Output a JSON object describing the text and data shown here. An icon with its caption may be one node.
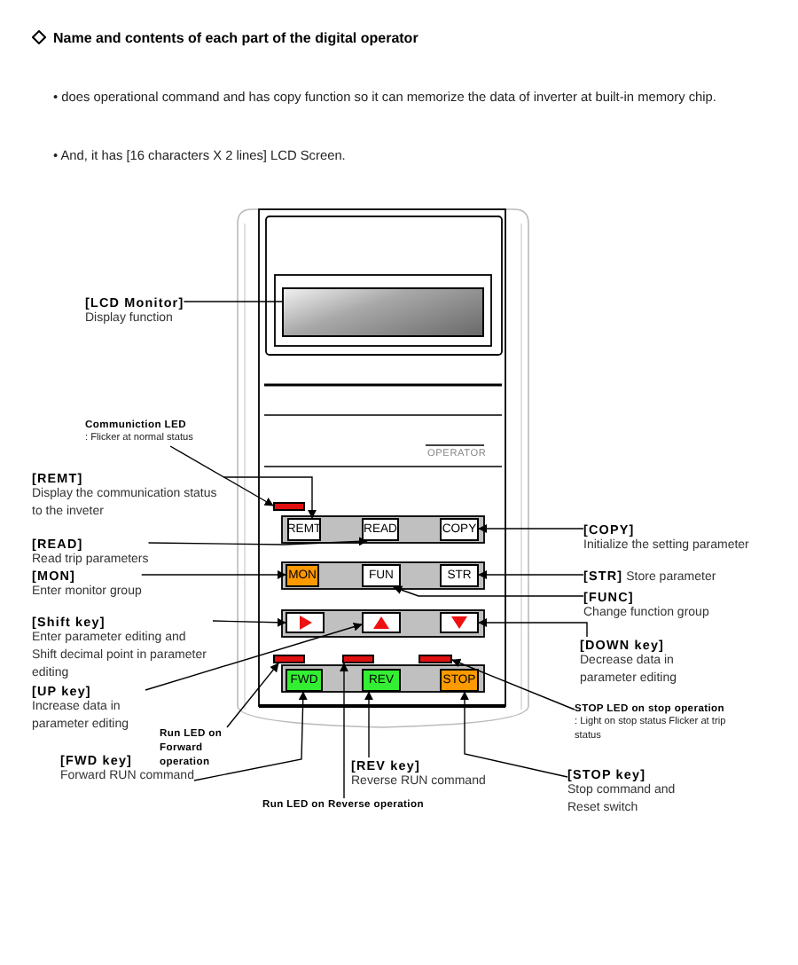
{
  "diagram": {
    "title": "Name and contents of each part of the digital operator",
    "nodes": [
      {
        "text": [
          "[LCD Monitor]",
          "Display function"
        ]
      },
      {
        "text": [],
        "shape": "box"
      },
      {
        "text": [
          "Communiction LED",
          ": Flicker at normal status"
        ]
      },
      {
        "text": [],
        "shape": "bar"
      },
      {
        "text": [
          "[REMT]",
          "Display the communication status to the inveter"
        ]
      },
      {
        "text": [
          "REMT"
        ]
      },
      {
        "text": [
          "[READ]",
          "Read trip parameters"
        ]
      },
      {
        "text": [
          "READ"
        ]
      },
      {
        "text": [
          "COPY"
        ]
      },
      {
        "text": [
          "[COPY]",
          "Initialize the setting parameter"
        ]
      },
      {
        "text": [
          "[MON]",
          "Enter monitor group"
        ]
      },
      {
        "text": [
          "MON"
        ]
      },
      {
        "text": [
          "FUN"
        ]
      },
      {
        "text": [
          "STR"
        ]
      },
      {
        "text": [
          "[STR]",
          "Store parameter"
        ]
      },
      {
        "text": [
          "[FUNC]",
          "Change function group"
        ]
      },
      {
        "text": [
          "[Shift key]",
          "Enter parameter editing and Shift decimal point in parameter editing"
        ]
      },
      {
        "text": [],
        "shape": "box"
      },
      {
        "text": [],
        "shape": "box"
      },
      {
        "text": [],
        "shape": "box"
      },
      {
        "text": [
          "[DOWN key]",
          "Decrease  data in parameter editing"
        ]
      },
      {
        "text": [
          "[UP key]",
          "Increase data in parameter editing"
        ]
      },
      {
        "text": [],
        "shape": "bar"
      },
      {
        "text": [],
        "shape": "bar"
      },
      {
        "text": [],
        "shape": "bar"
      },
      {
        "text": [
          "FWD"
        ]
      },
      {
        "text": [
          "REV"
        ]
      },
      {
        "text": [
          "STOP"
        ]
      },
      {
        "text": [
          "STOP LED on stop operation",
          ": Light on stop status Flicker at trip status"
        ]
      },
      {
        "text": [
          "Run LED on Forward operation"
        ]
      },
      {
        "text": [
          "[FWD key]",
          "Forward RUN command"
        ]
      },
      {
        "text": [
          "[REV key]",
          "Reverse RUN command"
        ]
      },
      {
        "text": [
          "[STOP key]",
          "Stop command and Reset switch"
        ]
      },
      {
        "text": [
          "Run LED on Reverse operation"
        ]
      }
    ],
    "edges": [
      {
        "from": 0,
        "to": 1,
        "arrow": "none"
      },
      {
        "from": 2,
        "to": 3,
        "arrow": "to"
      },
      {
        "from": 4,
        "to": 5,
        "arrow": "to"
      },
      {
        "from": 6,
        "to": 7,
        "arrow": "to"
      },
      {
        "from": 10,
        "to": 11,
        "arrow": "to"
      },
      {
        "from": 16,
        "to": 17,
        "arrow": "to"
      },
      {
        "from": 21,
        "to": 18,
        "arrow": "to"
      },
      {
        "from": 9,
        "to": 8,
        "arrow": "to"
      },
      {
        "from": 14,
        "to": 13,
        "arrow": "to"
      },
      {
        "from": 15,
        "to": 12,
        "arrow": "to"
      },
      {
        "from": 20,
        "to": 19,
        "arrow": "to"
      },
      {
        "from": 28,
        "to": 24,
        "arrow": "to"
      },
      {
        "from": 29,
        "to": 22,
        "arrow": "to"
      },
      {
        "from": 30,
        "to": 25,
        "arrow": "to"
      },
      {
        "from": 31,
        "to": 26,
        "arrow": "to"
      },
      {
        "from": 33,
        "to": 23,
        "arrow": "to"
      },
      {
        "from": 32,
        "to": 27,
        "arrow": "to"
      }
    ],
    "labels": [
      "• does operational command and has copy function so it can memorize the data of inverter at built-in memory chip.",
      "• And, it has [16 characters X 2 lines] LCD Screen.",
      "OPERATOR"
    ]
  }
}
